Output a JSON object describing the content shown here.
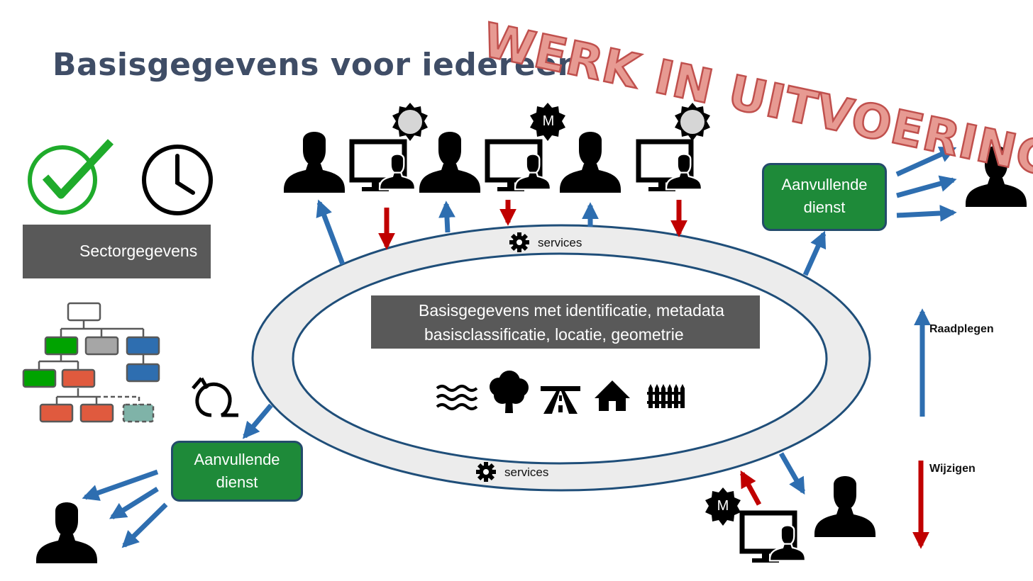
{
  "title": "Basisgegevens voor iedereen",
  "banner": "WERK IN UITVOERING",
  "sector_label": "Sectorgegevens",
  "basis": {
    "line1": "Basisgegevens met identificatie, metadata",
    "line2": "basisclassificatie, locatie, geometrie"
  },
  "services_top": "services",
  "services_bottom": "services",
  "aanvullende_right": {
    "line1": "Aanvullende",
    "line2": "dienst"
  },
  "aanvullende_left": {
    "line1": "Aanvullende",
    "line2": "dienst"
  },
  "legend": {
    "consult": "Raadplegen",
    "modify": "Wijzigen"
  },
  "badge_m": "M",
  "colors": {
    "blue_arrow": "#2e6eb0",
    "red_arrow": "#c00000",
    "green_box": "#1e8a39",
    "ring": "#1f4e79",
    "ring_fill": "#ececec",
    "title": "#3f4d66",
    "banner": "#e79a92"
  },
  "icons": [
    "checkmark-icon",
    "clock-icon",
    "hierarchy-icon",
    "loop-icon",
    "water-icon",
    "tree-icon",
    "road-icon",
    "house-icon",
    "fence-icon",
    "gear-icon",
    "person-icon",
    "computer-user-icon",
    "badge-icon"
  ]
}
